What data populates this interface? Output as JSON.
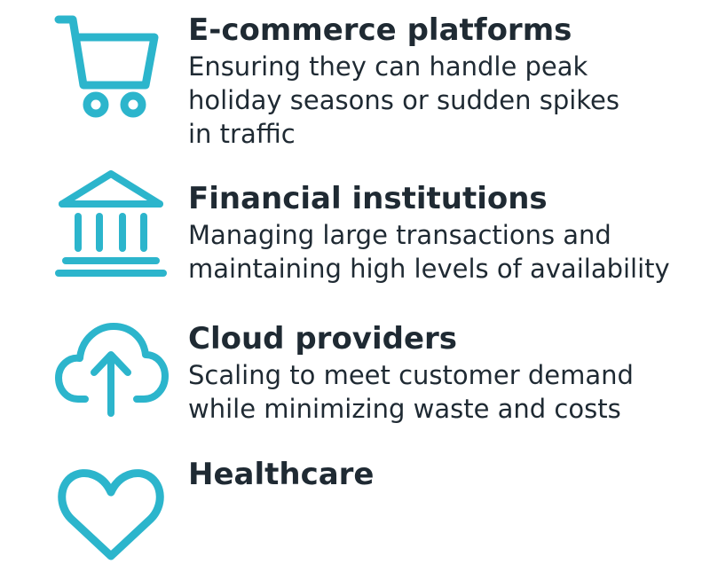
{
  "colors": {
    "icon": "#2cb5cc",
    "text": "#1f2a33"
  },
  "items": [
    {
      "icon": "shopping-cart-icon",
      "title": "E-commerce platforms",
      "description": "Ensuring they can handle peak\nholiday seasons or sudden spikes\nin traffic"
    },
    {
      "icon": "bank-icon",
      "title": "Financial institutions",
      "description": "Managing large transactions and\nmaintaining high levels of availability"
    },
    {
      "icon": "cloud-upload-icon",
      "title": "Cloud providers",
      "description": "Scaling to meet customer demand\nwhile minimizing waste and costs"
    },
    {
      "icon": "heart-icon",
      "title": "Healthcare",
      "description": ""
    }
  ]
}
